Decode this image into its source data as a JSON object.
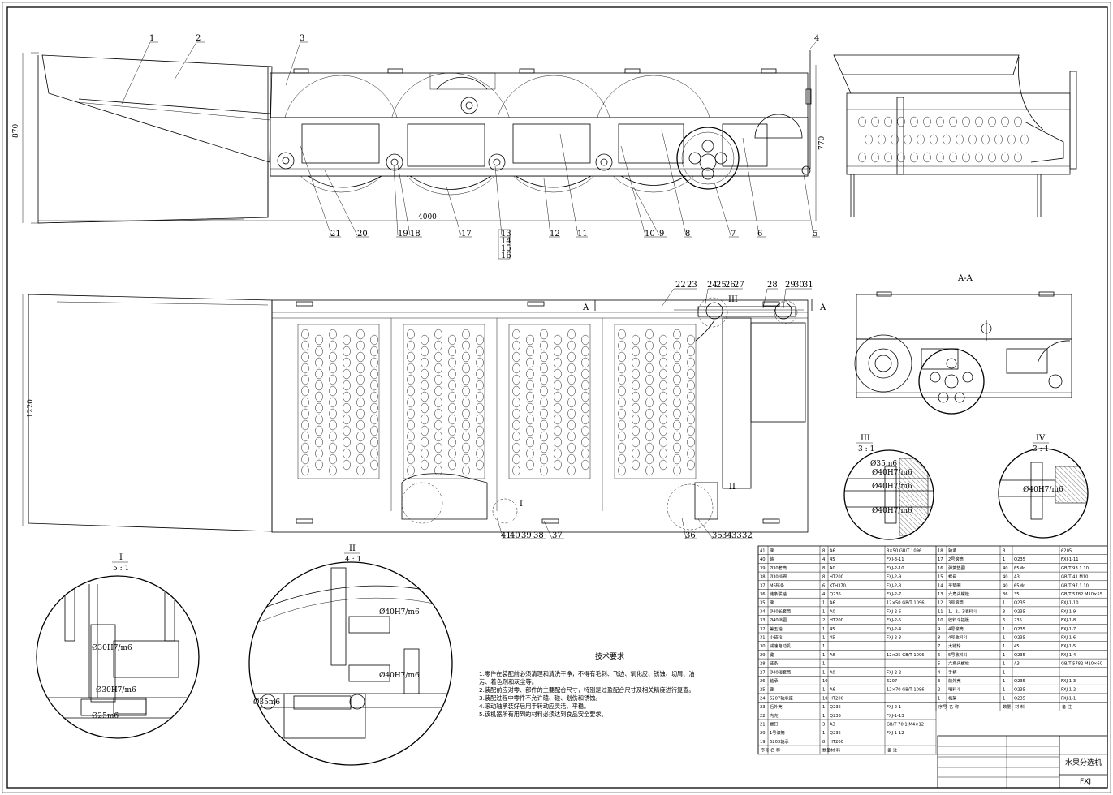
{
  "drawing": {
    "title_cn": "水果分选机",
    "code": "FXJ",
    "views": {
      "section_aa": "A-A",
      "section_mark": "A"
    },
    "details": [
      {
        "id": "I",
        "scale": "5 : 1"
      },
      {
        "id": "II",
        "scale": "4 : 1"
      },
      {
        "id": "III",
        "scale": "3 : 1"
      },
      {
        "id": "IV",
        "scale": "3 : 1"
      }
    ],
    "dims": {
      "front_height": "870",
      "front_length": "4000",
      "right_height": "770",
      "top_width": "1220"
    },
    "fits": [
      "Ø30H7/m6",
      "Ø30H7/m6",
      "Ø25m6",
      "Ø40H7/m6",
      "Ø40H7/m6",
      "Ø35m6",
      "Ø35m6",
      "Ø40H7/m6",
      "Ø40H7/m6",
      "Ø40H7/m6",
      "Ø40H7/m6"
    ],
    "balloons_front": [
      "1",
      "2",
      "3",
      "4",
      "21",
      "20",
      "19",
      "18",
      "17",
      "13",
      "14",
      "15",
      "16",
      "12",
      "11",
      "10",
      "9",
      "8",
      "7",
      "6",
      "5"
    ],
    "balloons_top": [
      "22",
      "23",
      "24",
      "25",
      "26",
      "27",
      "28",
      "29",
      "30",
      "31",
      "41",
      "40",
      "39",
      "38",
      "37",
      "36",
      "35",
      "34",
      "33",
      "32"
    ]
  },
  "tech": {
    "title": "技术要求",
    "lines": [
      "1.零件在装配前必须清理和清洗干净，不得有毛刺、飞边、氧化皮、锈蚀、切屑、油",
      "污、着色剂和灰尘等。",
      "2.装配前应对零、部件的主要配合尺寸，特别是过盈配合尺寸及相关精度进行复查。",
      "3.装配过程中零件不允许磕、碰、划伤和锈蚀。",
      "4.滚动轴承装好后用手转动应灵活、平稳。",
      "5.该机器所有用到的材料必须达到食品安全要求。"
    ]
  },
  "bom_left": [
    [
      "41",
      "键",
      "8",
      "A6",
      "8×50 GB/T 1096"
    ],
    [
      "40",
      "轴",
      "4",
      "45",
      "FXJ-3-11"
    ],
    [
      "39",
      "Ø30套筒",
      "8",
      "A0",
      "FXJ-2-10"
    ],
    [
      "38",
      "Ø30挡圈",
      "8",
      "HT200",
      "FXJ-2-9"
    ],
    [
      "37",
      "M6链条",
      "6",
      "KTH370",
      "FXJ-2-8"
    ],
    [
      "36",
      "链条联轴",
      "4",
      "Q235",
      "FXJ-2-7"
    ],
    [
      "35",
      "键",
      "1",
      "A6",
      "12×50 GB/T 1096"
    ],
    [
      "34",
      "Ø40长套筒",
      "1",
      "A0",
      "FXJ-2-6"
    ],
    [
      "33",
      "Ø40挡圈",
      "2",
      "HT200",
      "FXJ-2-5"
    ],
    [
      "32",
      "第五轴",
      "1",
      "45",
      "FXJ-2-4"
    ],
    [
      "31",
      "小链轮",
      "1",
      "45",
      "FXJ-2-3"
    ],
    [
      "30",
      "减速电动机",
      "1",
      "",
      ""
    ],
    [
      "29",
      "键",
      "1",
      "A6",
      "12×25 GB/T 1096"
    ],
    [
      "28",
      "链条",
      "1",
      "",
      ""
    ],
    [
      "27",
      "Ø40短套筒",
      "1",
      "A0",
      "FXJ-2-2"
    ],
    [
      "26",
      "轴承",
      "10",
      "",
      "6207"
    ],
    [
      "25",
      "键",
      "1",
      "A6",
      "12×70 GB/T 1096"
    ],
    [
      "24",
      "6207轴承座",
      "10",
      "HT200",
      ""
    ],
    [
      "23",
      "后外壳",
      "1",
      "Q235",
      "FXJ-2-1"
    ],
    [
      "22",
      "内壳",
      "1",
      "Q235",
      "FXJ-1-13"
    ],
    [
      "21",
      "螺钉",
      "3",
      "A3",
      "GB/T 70.1 M4×12"
    ],
    [
      "20",
      "1号滚筒",
      "1",
      "Q235",
      "FXJ-1-12"
    ],
    [
      "19",
      "6203轴承",
      "8",
      "HT200",
      ""
    ]
  ],
  "bom_right": [
    [
      "18",
      "轴承",
      "8",
      "",
      "6205"
    ],
    [
      "17",
      "2号滚筒",
      "1",
      "Q235",
      "FXJ-1-11"
    ],
    [
      "16",
      "弹簧垫圈",
      "40",
      "65Mn",
      "GB/T 93.1 10"
    ],
    [
      "15",
      "螺母",
      "40",
      "A3",
      "GB/T 41 M10"
    ],
    [
      "14",
      "平垫圈",
      "40",
      "65Mn",
      "GB/T 97.1 10"
    ],
    [
      "13",
      "六角头螺栓",
      "36",
      "35",
      "GB/T 5782 M10×55"
    ],
    [
      "12",
      "3号滚筒",
      "1",
      "Q235",
      "FXJ-1-10"
    ],
    [
      "11",
      "1、2、3收料斗",
      "3",
      "Q235",
      "FXJ-1-9"
    ],
    [
      "10",
      "收料斗插板",
      "6",
      "235",
      "FXJ-1-8"
    ],
    [
      "9",
      "4号滚筒",
      "1",
      "Q235",
      "FXJ-1-7"
    ],
    [
      "8",
      "4号收料斗",
      "1",
      "Q235",
      "FXJ-1-6"
    ],
    [
      "7",
      "大链轮",
      "1",
      "45",
      "FXJ-1-5"
    ],
    [
      "6",
      "5号收料斗",
      "1",
      "Q235",
      "FXJ-1-4"
    ],
    [
      "5",
      "六角头螺栓",
      "1",
      "A3",
      "GB/T 5782 M10×60"
    ],
    [
      "4",
      "手柄",
      "1",
      "",
      ""
    ],
    [
      "3",
      "前外壳",
      "1",
      "Q235",
      "FXJ-1-3"
    ],
    [
      "2",
      "喂料斗",
      "1",
      "Q235",
      "FXJ-1-2"
    ],
    [
      "1",
      "机架",
      "1",
      "Q235",
      "FXJ-1-1"
    ]
  ],
  "bom_head": {
    "no": "序号",
    "name": "名 称",
    "qty": "数量",
    "mat": "材 料",
    "note": "备 注"
  }
}
